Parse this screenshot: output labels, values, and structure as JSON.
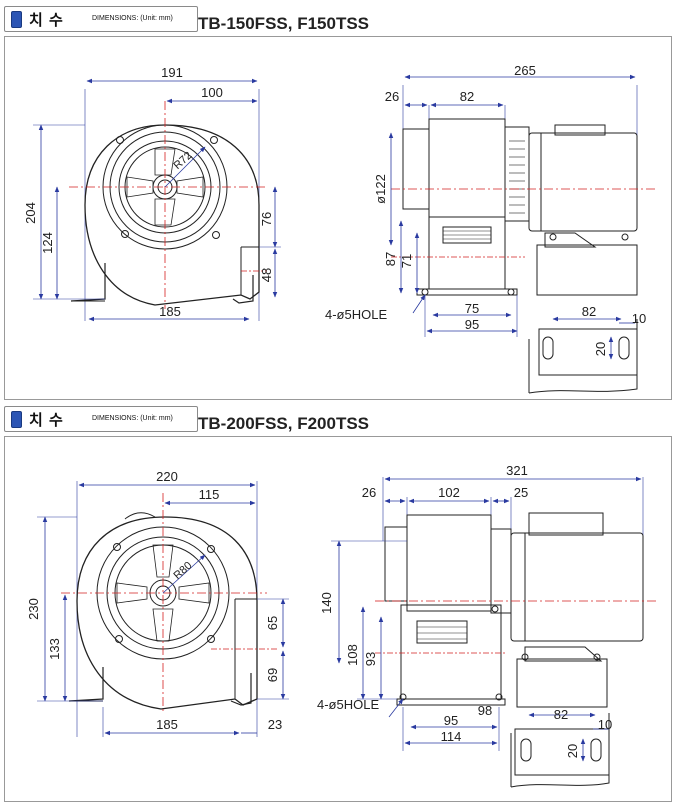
{
  "sections": [
    {
      "header_title": "치 수",
      "header_subtitle": "DIMENSIONS: (Unit: mm)",
      "model": "TB-150FSS, F150TSS",
      "front": {
        "width": "191",
        "half": "100",
        "height": "204",
        "center_h": "124",
        "outlet": "76",
        "outlet_base": "48",
        "base_w": "185",
        "radius": "R72"
      },
      "side": {
        "length": "265",
        "a": "26",
        "b": "82",
        "dia": "ø122",
        "h1": "87",
        "h2": "71",
        "foot1": "75",
        "foot2": "95",
        "holes": "4-ø5HOLE"
      },
      "slot": {
        "w": "82",
        "x": "10",
        "h": "20"
      }
    },
    {
      "header_title": "치 수",
      "header_subtitle": "DIMENSIONS: (Unit: mm)",
      "model": "TB-200FSS, F200TSS",
      "front": {
        "width": "220",
        "half": "115",
        "height": "230",
        "center_h": "133",
        "outlet": "65",
        "outlet_base": "69",
        "base_w": "185",
        "base_x": "23",
        "radius": "R80"
      },
      "side": {
        "length": "321",
        "a": "26",
        "b": "102",
        "c": "25",
        "dia": "140",
        "h1": "108",
        "h2": "93",
        "foot1": "95",
        "foot3": "98",
        "foot2": "114",
        "holes": "4-ø5HOLE"
      },
      "slot": {
        "w": "82",
        "x": "10",
        "h": "20"
      }
    }
  ],
  "colors": {
    "line": "#222222",
    "center": "#d42020",
    "dim": "#2a3aa0",
    "accent": "#2c55b4"
  }
}
